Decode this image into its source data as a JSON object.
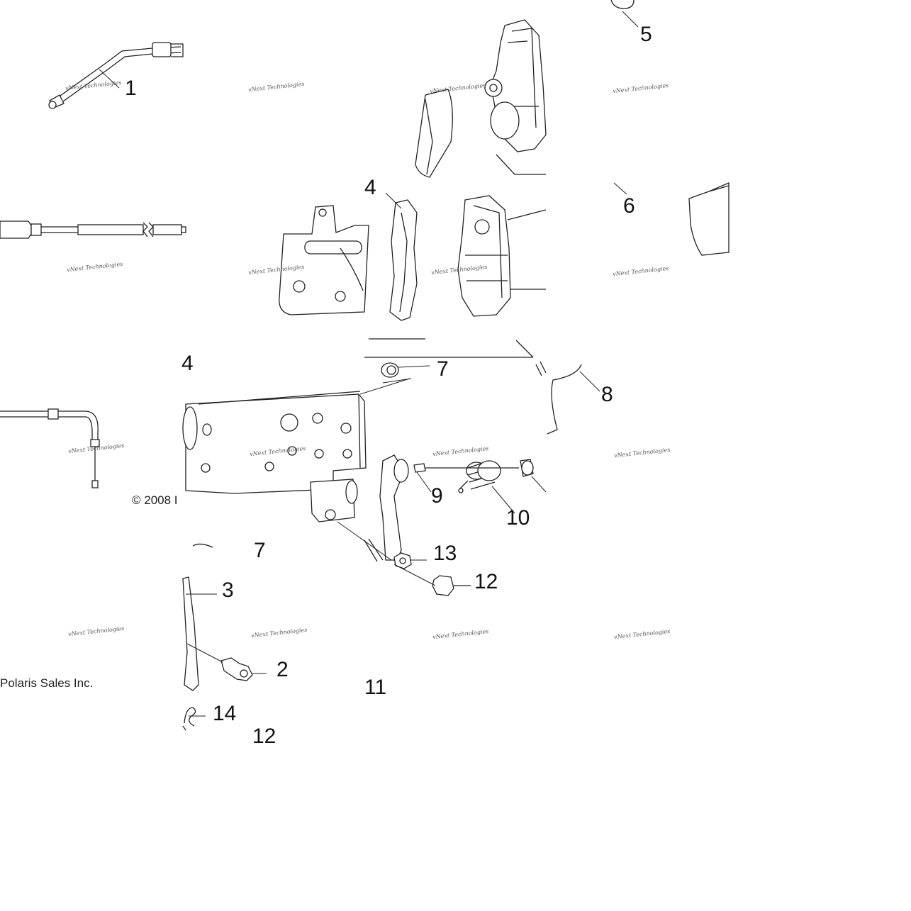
{
  "callouts": {
    "n1": "1",
    "n2": "2",
    "n3": "3",
    "n4a": "4",
    "n4b": "4",
    "n5": "5",
    "n6": "6",
    "n7a": "7",
    "n7b": "7",
    "n8": "8",
    "n9": "9",
    "n10": "10",
    "n11": "11",
    "n12": "12",
    "n13": "13",
    "n14": "14",
    "n12b": "12"
  },
  "copyright": {
    "line1": "© 2008 I",
    "line2": "Polaris Sales Inc."
  },
  "watermark": {
    "text": "vNext Technologies"
  },
  "colors": {
    "ink": "#222222",
    "background": "#ffffff"
  }
}
